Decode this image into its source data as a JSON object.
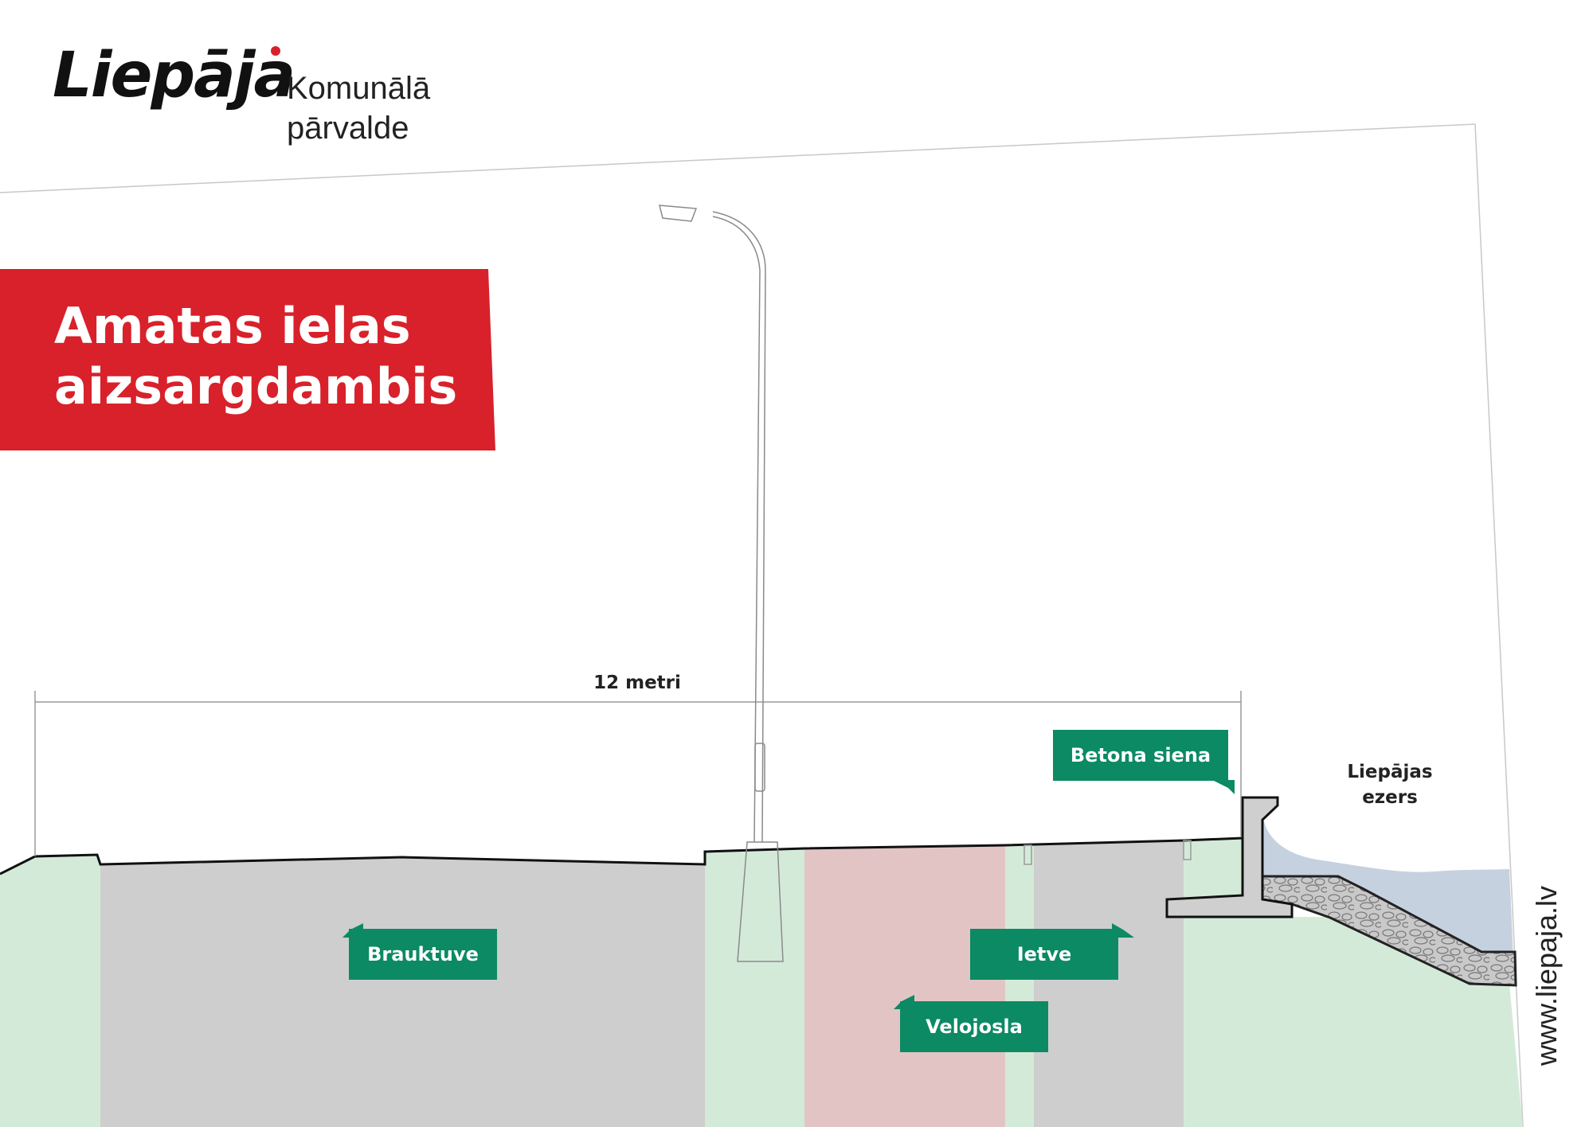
{
  "logo": {
    "wordmark": "Liepāja",
    "subtitle_line1": "Komunālā",
    "subtitle_line2": "pārvalde"
  },
  "title": {
    "line1": "Amatas ielas",
    "line2": "aizsargdambis"
  },
  "dimension": {
    "label": "12 metri"
  },
  "labels": {
    "roadway": "Brauktuve",
    "sidewalk": "Ietve",
    "bike_lane": "Velojosla",
    "concrete_wall": "Betona siena",
    "lake_line1": "Liepājas",
    "lake_line2": "ezers"
  },
  "website": "www.liepaja.lv",
  "colors": {
    "brand_red": "#d8212a",
    "tag_green": "#0b8a63",
    "road_gray": "#cecece",
    "green_strip": "#d4ead9",
    "bike_lane_pink": "#e3c4c4",
    "water_blue": "#c6d1e0",
    "wall_gray": "#cfcfcf"
  }
}
